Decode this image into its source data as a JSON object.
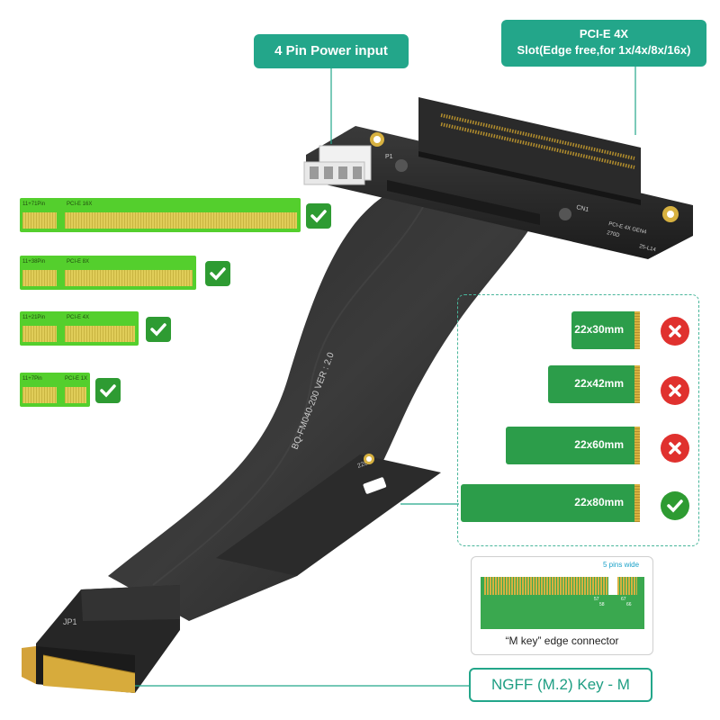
{
  "callouts": {
    "power": "4 Pin Power input",
    "slot_line1": "PCI-E 4X",
    "slot_line2": "Slot(Edge free,for 1x/4x/8x/16x)",
    "ngff": "NGFF (M.2) Key - M"
  },
  "slots": [
    {
      "pin_label": "11+71Pin",
      "type_label": "PCI-E 16X",
      "compatible": true
    },
    {
      "pin_label": "11+38Pin",
      "type_label": "PCI-E 8X",
      "compatible": true
    },
    {
      "pin_label": "11+21Pin",
      "type_label": "PCI-E 4X",
      "compatible": true
    },
    {
      "pin_label": "11+7Pin",
      "type_label": "PCI-E 1X",
      "compatible": true
    }
  ],
  "m2_sizes": [
    {
      "label": "22x30mm",
      "compatible": false
    },
    {
      "label": "22x42mm",
      "compatible": false
    },
    {
      "label": "22x60mm",
      "compatible": false
    },
    {
      "label": "22x80mm",
      "compatible": true
    }
  ],
  "key_diagram": {
    "caption": "“M key” edge connector",
    "pins_wide": "5 pins wide",
    "pin_num_left": "57",
    "pin_num_mid": "58",
    "pin_num_right": "67",
    "pin_num_far": "66"
  },
  "pcb": {
    "cable_text": "BQ-FM040-200  VER : 2.0",
    "slot_board_model": "PCI-E 4X GEN4",
    "slot_board_angle": "270D",
    "slot_board_code": "25-L14",
    "m2_marking": "JP1",
    "m2_size_mark": "2280",
    "cn_mark": "CN1",
    "power_mark": "P1"
  },
  "colors": {
    "accent": "#23a68a",
    "slot_green": "#54cf2d",
    "check_green": "#2e9b32",
    "cross_red": "#e0312e",
    "card_green": "#2c9d4a"
  }
}
